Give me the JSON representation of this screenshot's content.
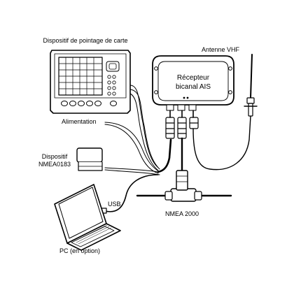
{
  "labels": {
    "chartplotter": "Dispositif de pointage de carte",
    "vhf_antenna": "Antenne VHF",
    "receiver_line1": "Récepteur",
    "receiver_line2": "bicanal AIS",
    "power": "Alimentation",
    "nmea0183_line1": "Dispositif",
    "nmea0183_line2": "NMEA0183",
    "usb": "USB",
    "nmea2000": "NMEA 2000",
    "pc": "PC (en option)"
  }
}
